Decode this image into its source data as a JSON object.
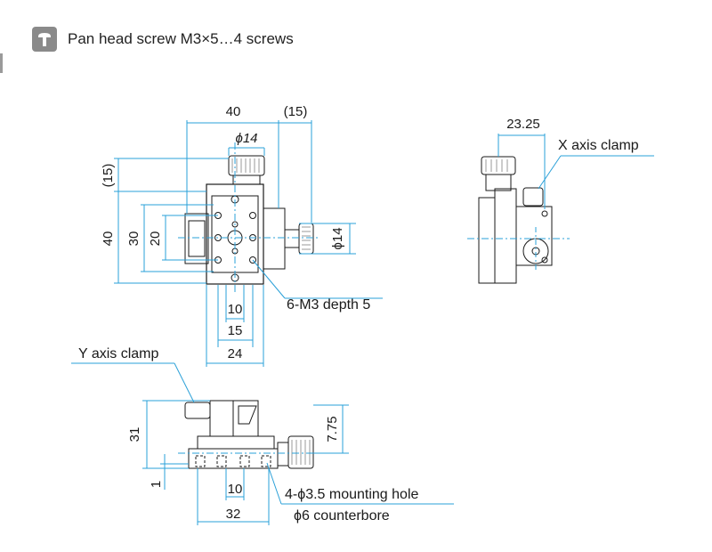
{
  "header": {
    "icon": "pan-head-screw-icon",
    "text": "Pan head screw M3×5…4 screws"
  },
  "colors": {
    "dimension_line": "#2aa0d8",
    "outline": "#1a1a1a",
    "icon_badge": "#8a8a8a"
  },
  "top_view": {
    "dim_width": "40",
    "dim_offset": "(15)",
    "dim_phi_top": "ϕ14",
    "dim_left_offset": "(15)",
    "dim_height": "40",
    "dim_30": "30",
    "dim_20": "20",
    "dim_phi_right": "ϕ14",
    "dim_10": "10",
    "dim_15": "15",
    "dim_24": "24",
    "callout_holes": "6-M3 depth 5"
  },
  "side_view": {
    "dim_23_25": "23.25",
    "callout_x_clamp": "X axis clamp"
  },
  "front_view": {
    "callout_y_clamp": "Y axis clamp",
    "dim_31": "31",
    "dim_7_75": "7.75",
    "dim_1": "1",
    "dim_10": "10",
    "dim_32": "32",
    "callout_mounting": "4-ϕ3.5 mounting hole",
    "callout_counterbore": "ϕ6 counterbore"
  }
}
